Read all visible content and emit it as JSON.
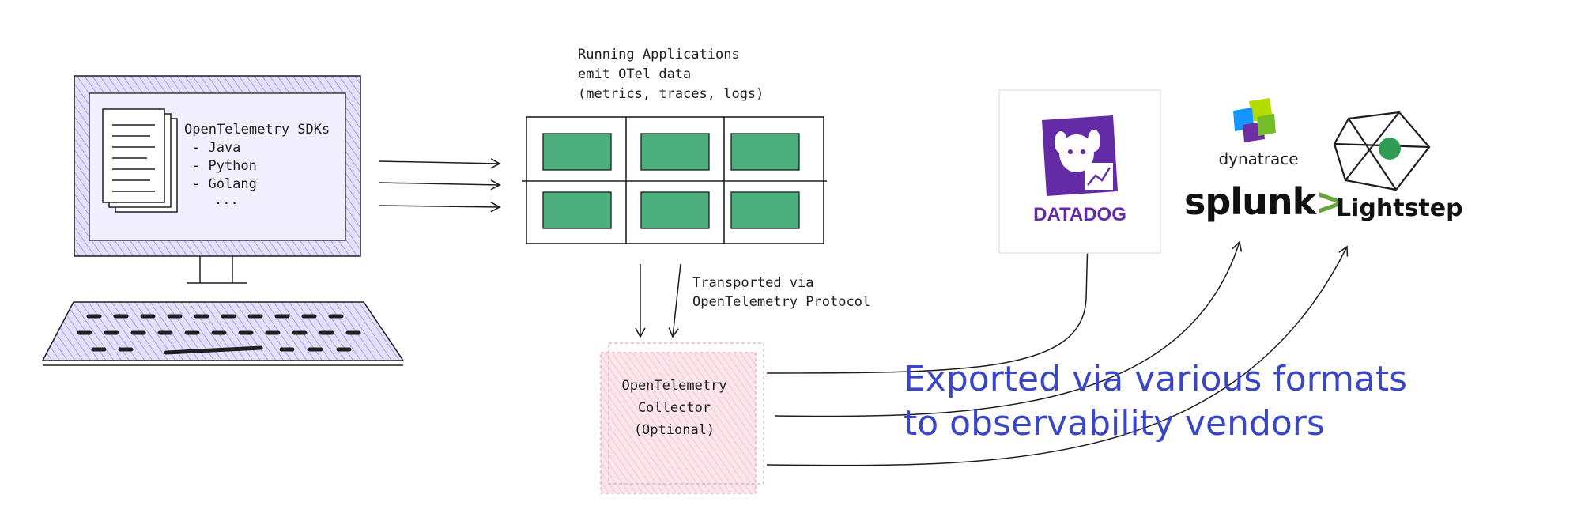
{
  "computer": {
    "sdk_title": "OpenTelemetry SDKs",
    "sdk_languages": [
      "- Java",
      "- Python",
      "- Golang",
      "..."
    ]
  },
  "applications": {
    "caption_lines": [
      "Running Applications",
      "emit OTel data",
      "(metrics, traces, logs)"
    ]
  },
  "transport": {
    "caption_lines": [
      "Transported via",
      "OpenTelemetry Protocol"
    ]
  },
  "collector": {
    "label_lines": [
      "OpenTelemetry",
      "Collector",
      "(Optional)"
    ]
  },
  "export": {
    "caption_lines": [
      "Exported via various formats",
      "to observability vendors"
    ]
  },
  "vendors": {
    "datadog": "DATADOG",
    "dynatrace": "dynatrace",
    "splunk": "splunk",
    "splunk_mark": ">",
    "lightstep": "Lightstep"
  },
  "colors": {
    "computer_fill": "#d0cdf3",
    "app_tile": "#4caf7d",
    "collector_fill": "#f6c9d3",
    "export_text": "#3a46c8",
    "datadog_purple": "#632ca6",
    "splunk_green": "#65a637",
    "lightstep_dot": "#2e9d53"
  }
}
